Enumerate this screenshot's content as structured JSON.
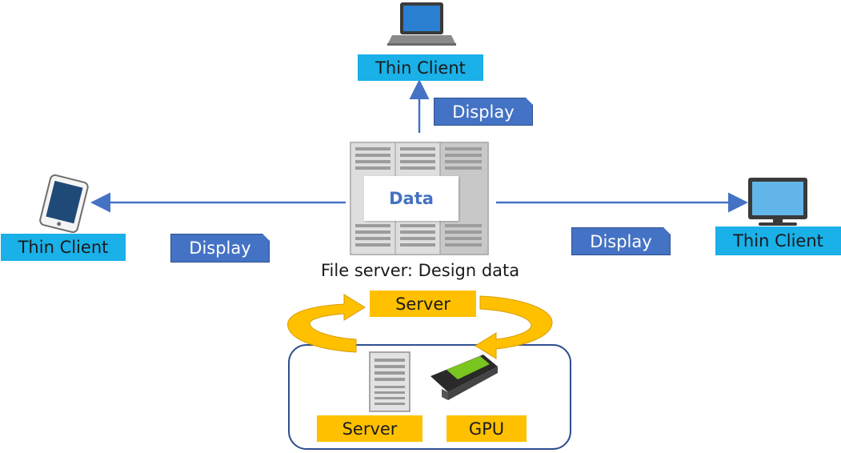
{
  "clients": {
    "top": {
      "label": "Thin Client",
      "device_icon": "laptop-icon"
    },
    "left": {
      "label": "Thin Client",
      "device_icon": "tablet-icon"
    },
    "right": {
      "label": "Thin Client",
      "device_icon": "monitor-icon"
    }
  },
  "display_labels": {
    "top": "Display",
    "left": "Display",
    "right": "Display"
  },
  "file_server": {
    "data_label": "Data",
    "caption": "File server: Design data",
    "icon": "server-rack-icon"
  },
  "compute": {
    "server_label_top": "Server",
    "server_label_box": "Server",
    "gpu_label": "GPU",
    "server_icon": "tower-server-icon",
    "gpu_icon": "gpu-card-icon",
    "cycle_icon": "circular-arrows-icon"
  },
  "colors": {
    "thin_client_bg": "#1ab0e8",
    "display_bg": "#4472c4",
    "server_bg": "#ffc000",
    "arrow": "#4472c4",
    "cycle": "#ffc000",
    "compute_box_border": "#2f4f8f"
  }
}
